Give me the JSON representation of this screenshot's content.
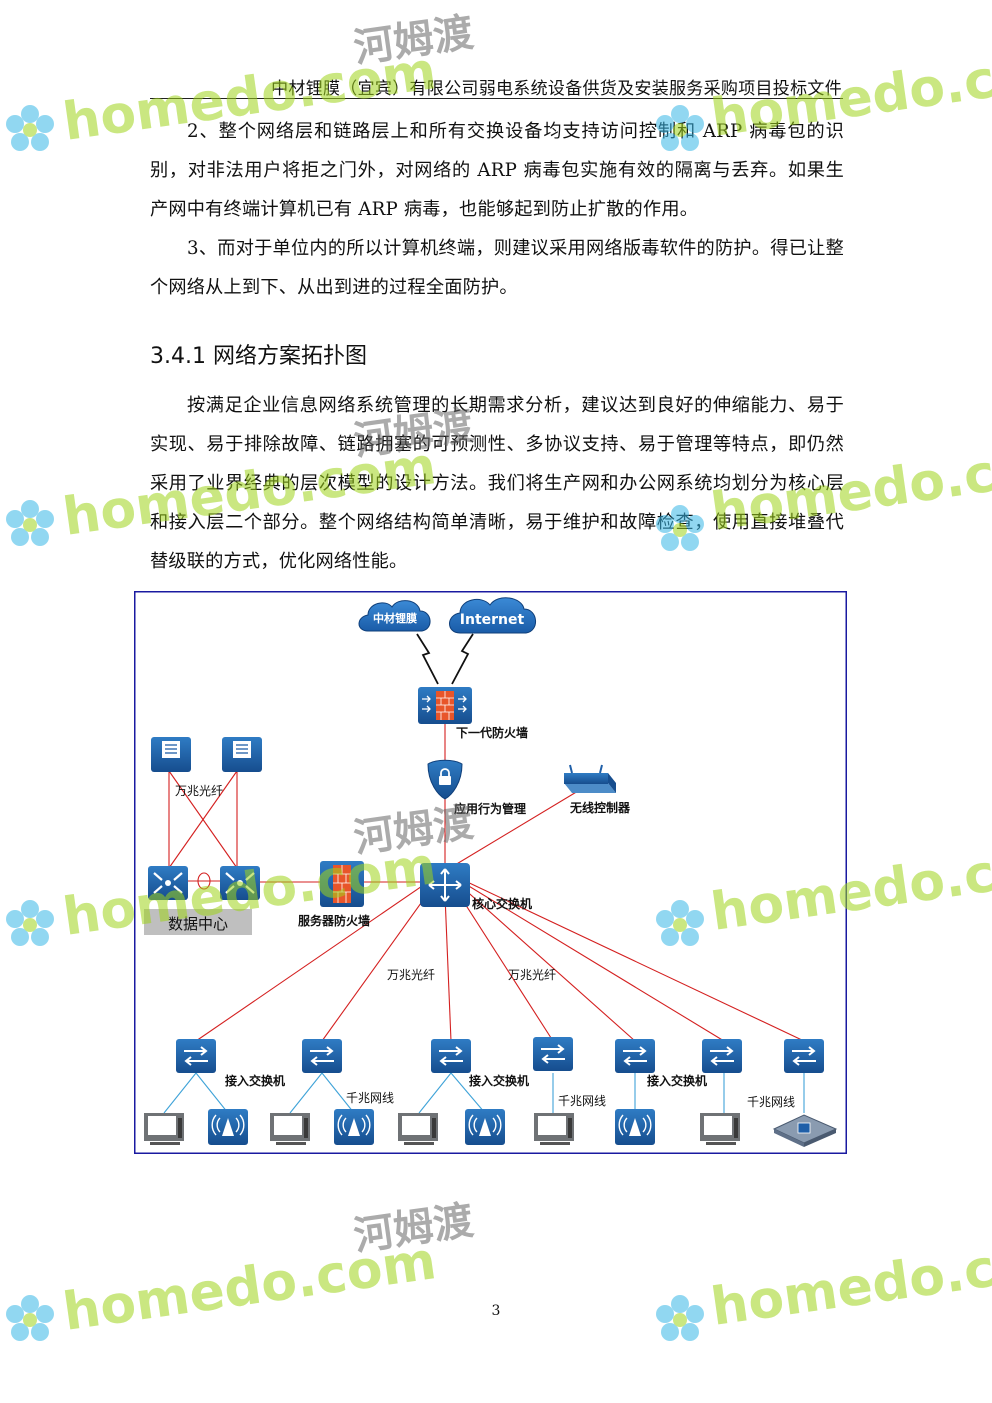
{
  "header": {
    "title": "中材锂膜（宜宾）有限公司弱电系统设备供货及安装服务采购项目投标文件"
  },
  "paragraphs": {
    "p1": "2、整个网络层和链路层上和所有交换设备均支持访问控制和 ARP 病毒包的识别，对非法用户将拒之门外，对网络的 ARP 病毒包实施有效的隔离与丢弃。如果生产网中有终端计算机已有 ARP 病毒，也能够起到防止扩散的作用。",
    "p2": "3、而对于单位内的所以计算机终端，则建议采用网络版毒软件的防护。得已让整个网络从上到下、从出到进的过程全面防护。",
    "p3": "按满足企业信息网络系统管理的长期需求分析，建议达到良好的伸缩能力、易于实现、易于排除故障、链路拥塞的可预测性、多协议支持、易于管理等特点，即仍然采用了业界经典的层次模型的设计方法。我们将生产网和办公网系统均划分为核心层和接入层二个部分。整个网络结构简单清晰，易于维护和故障检查，使用直接堆叠代替级联的方式，优化网络性能。"
  },
  "section": {
    "number": "3.4.1",
    "title": "网络方案拓扑图"
  },
  "diagram": {
    "cloud_company": "中材锂膜",
    "cloud_internet": "Internet",
    "firewall_label": "下一代防火墙",
    "behavior_label": "应用行为管理",
    "wireless_controller_label": "无线控制器",
    "core_switch_label": "核心交换机",
    "server_firewall_label": "服务器防火墙",
    "datacenter_label": "数据中心",
    "fiber_label_dc": "万兆光纤",
    "fiber_label_1": "万兆光纤",
    "fiber_label_2": "万兆光纤",
    "access_label_1": "接入交换机",
    "access_label_2": "接入交换机",
    "access_label_3": "接入交换机",
    "gigabit_label_1": "千兆网线",
    "gigabit_label_2": "千兆网线",
    "gigabit_label_3": "千兆网线",
    "colors": {
      "frame": "#1a1aa0",
      "device": "#1f5fa8",
      "link_red": "#d42020",
      "link_access": "#3fa3d8",
      "datacenter_bar": "#bfbfbf",
      "firewall_brick": "#e8552a"
    }
  },
  "watermark": {
    "brand_text": "homedo.com",
    "brand_cn": "河姆渡",
    "colors": {
      "green": "#9ed41a",
      "blue": "#37b7e6"
    }
  },
  "page_number": "3"
}
